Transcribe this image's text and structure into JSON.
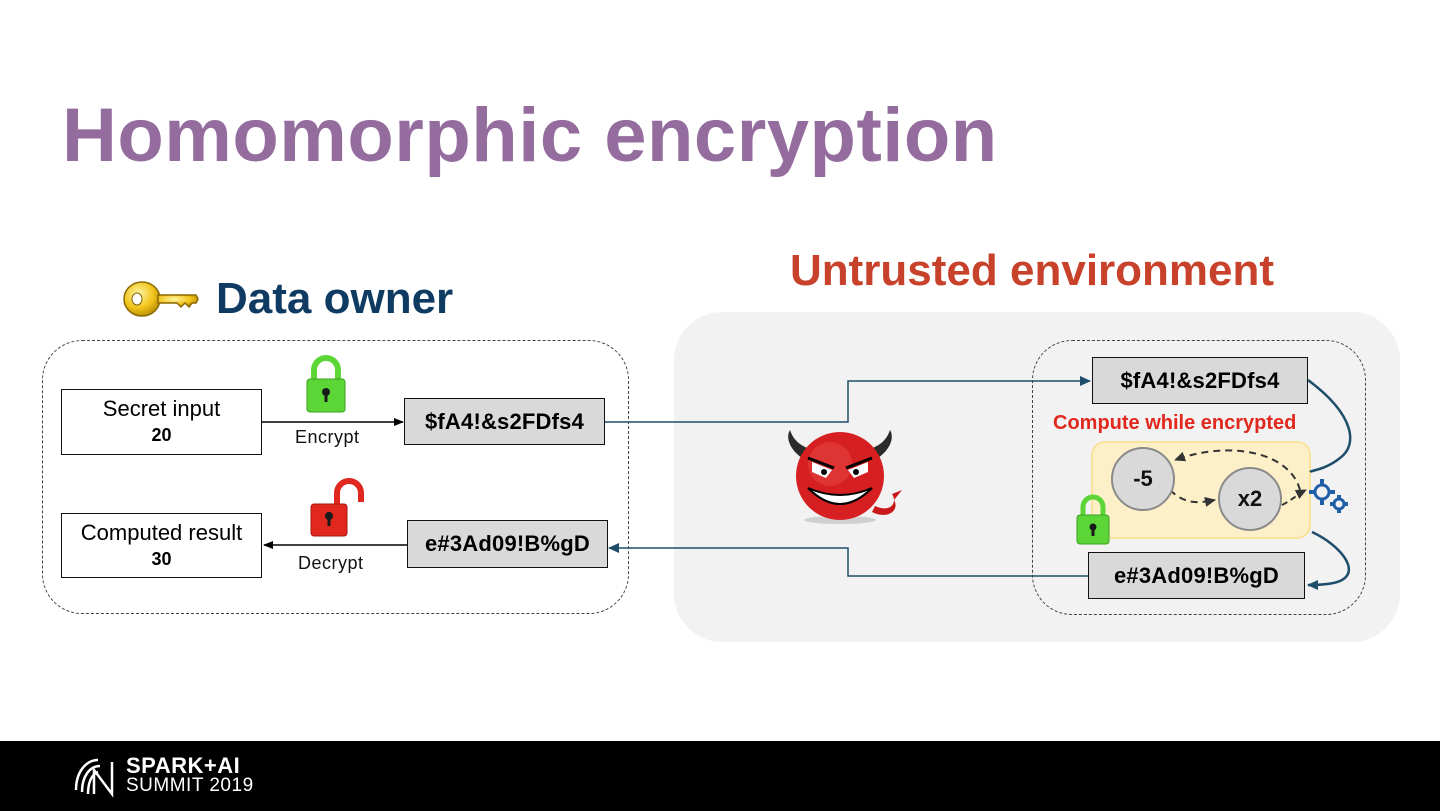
{
  "slide": {
    "title": "Homomorphic encryption"
  },
  "data_owner": {
    "heading": "Data owner",
    "icon": "key-icon",
    "secret_input": {
      "label": "Secret input",
      "value": "20"
    },
    "computed_result": {
      "label": "Computed result",
      "value": "30"
    },
    "encrypt_label": "Encrypt",
    "decrypt_label": "Decrypt",
    "cipher_in": "$fA4!&s2FDfs4",
    "cipher_out": "e#3Ad09!B%gD"
  },
  "untrusted": {
    "heading": "Untrusted environment",
    "compute_label": "Compute while encrypted",
    "cipher_in": "$fA4!&s2FDfs4",
    "cipher_out": "e#3Ad09!B%gD",
    "op1": "-5",
    "op2": "x2",
    "icons": [
      "devil-icon",
      "gears-icon",
      "lock-closed-icon"
    ]
  },
  "footer": {
    "logo_line1": "SPARK+AI",
    "logo_line2": "SUMMIT 2019"
  },
  "colors": {
    "title": "#946d9e",
    "owner_heading": "#0f3b63",
    "untrusted_heading": "#c8412b",
    "compute_label": "#e0281e",
    "arrow": "#1f4e6b",
    "lock_green": "#5cd636",
    "lock_red": "#e0281e"
  }
}
